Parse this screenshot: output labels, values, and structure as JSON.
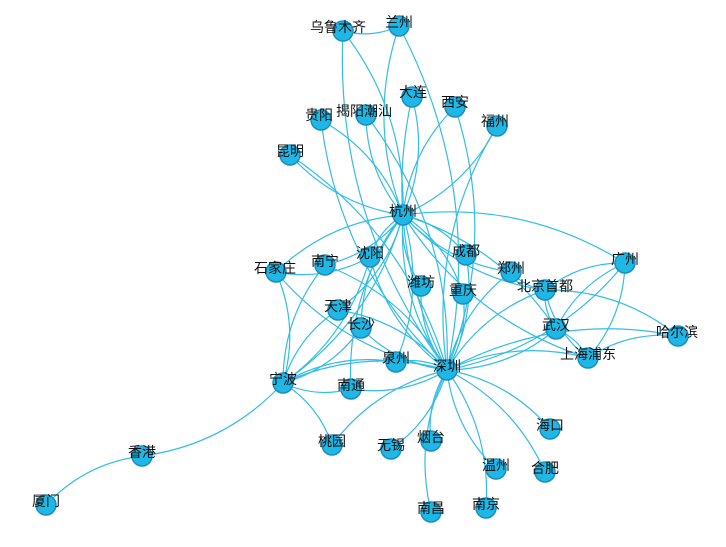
{
  "colors": {
    "node_fill": "#1fb8e6",
    "node_stroke": "#1a8fc0",
    "edge": "#33bde6",
    "label": "#111111"
  },
  "nodes": [
    {
      "id": "wlmq",
      "label": "乌鲁木齐"
    },
    {
      "id": "lz",
      "label": "兰州"
    },
    {
      "id": "dl",
      "label": "大连"
    },
    {
      "id": "xa",
      "label": "西安"
    },
    {
      "id": "gy",
      "label": "贵阳"
    },
    {
      "id": "jycs",
      "label": "揭阳潮汕"
    },
    {
      "id": "fz",
      "label": "福州"
    },
    {
      "id": "km",
      "label": "昆明"
    },
    {
      "id": "hz",
      "label": "杭州"
    },
    {
      "id": "sjz",
      "label": "石家庄"
    },
    {
      "id": "nn",
      "label": "南宁"
    },
    {
      "id": "sy",
      "label": "沈阳"
    },
    {
      "id": "cd",
      "label": "成都"
    },
    {
      "id": "zz",
      "label": "郑州"
    },
    {
      "id": "gz",
      "label": "广州"
    },
    {
      "id": "wf",
      "label": "潍坊"
    },
    {
      "id": "cq",
      "label": "重庆"
    },
    {
      "id": "bjsd",
      "label": "北京首都"
    },
    {
      "id": "tj",
      "label": "天津"
    },
    {
      "id": "cs",
      "label": "长沙"
    },
    {
      "id": "wh",
      "label": "武汉"
    },
    {
      "id": "hrb",
      "label": "哈尔滨"
    },
    {
      "id": "qz",
      "label": "泉州"
    },
    {
      "id": "szx",
      "label": "深圳"
    },
    {
      "id": "shpd",
      "label": "上海浦东"
    },
    {
      "id": "nb",
      "label": "宁波"
    },
    {
      "id": "nt",
      "label": "南通"
    },
    {
      "id": "ty",
      "label": "桃园"
    },
    {
      "id": "wx",
      "label": "无锡"
    },
    {
      "id": "yt",
      "label": "烟台"
    },
    {
      "id": "hk",
      "label": "海口"
    },
    {
      "id": "xg",
      "label": "香港"
    },
    {
      "id": "wz",
      "label": "温州"
    },
    {
      "id": "hf",
      "label": "合肥"
    },
    {
      "id": "xm",
      "label": "厦门"
    },
    {
      "id": "nc",
      "label": "南昌"
    },
    {
      "id": "nj",
      "label": "南京"
    }
  ],
  "edges": [
    [
      "hz",
      "wlmq"
    ],
    [
      "hz",
      "lz"
    ],
    [
      "hz",
      "dl"
    ],
    [
      "hz",
      "xa"
    ],
    [
      "hz",
      "gy"
    ],
    [
      "hz",
      "jycs"
    ],
    [
      "hz",
      "fz"
    ],
    [
      "hz",
      "km"
    ],
    [
      "hz",
      "sjz"
    ],
    [
      "hz",
      "nn"
    ],
    [
      "hz",
      "sy"
    ],
    [
      "hz",
      "cd"
    ],
    [
      "hz",
      "zz"
    ],
    [
      "hz",
      "gz"
    ],
    [
      "hz",
      "wf"
    ],
    [
      "hz",
      "cq"
    ],
    [
      "hz",
      "bjsd"
    ],
    [
      "hz",
      "tj"
    ],
    [
      "hz",
      "cs"
    ],
    [
      "hz",
      "qz"
    ],
    [
      "hz",
      "szx"
    ],
    [
      "hz",
      "nb"
    ],
    [
      "hz",
      "nt"
    ],
    [
      "hz",
      "wh"
    ],
    [
      "hz",
      "shpd"
    ],
    [
      "szx",
      "wlmq"
    ],
    [
      "szx",
      "lz"
    ],
    [
      "szx",
      "dl"
    ],
    [
      "szx",
      "xa"
    ],
    [
      "szx",
      "gy"
    ],
    [
      "szx",
      "jycs"
    ],
    [
      "szx",
      "fz"
    ],
    [
      "szx",
      "km"
    ],
    [
      "szx",
      "sjz"
    ],
    [
      "szx",
      "nn"
    ],
    [
      "szx",
      "sy"
    ],
    [
      "szx",
      "cd"
    ],
    [
      "szx",
      "zz"
    ],
    [
      "szx",
      "gz"
    ],
    [
      "szx",
      "wf"
    ],
    [
      "szx",
      "cq"
    ],
    [
      "szx",
      "bjsd"
    ],
    [
      "szx",
      "tj"
    ],
    [
      "szx",
      "cs"
    ],
    [
      "szx",
      "wh"
    ],
    [
      "szx",
      "hrb"
    ],
    [
      "szx",
      "qz"
    ],
    [
      "szx",
      "shpd"
    ],
    [
      "szx",
      "nb"
    ],
    [
      "szx",
      "nt"
    ],
    [
      "szx",
      "ty"
    ],
    [
      "szx",
      "wx"
    ],
    [
      "szx",
      "yt"
    ],
    [
      "szx",
      "hk"
    ],
    [
      "szx",
      "wz"
    ],
    [
      "szx",
      "hf"
    ],
    [
      "szx",
      "nc"
    ],
    [
      "szx",
      "nj"
    ],
    [
      "wlmq",
      "lz"
    ],
    [
      "nb",
      "xg"
    ],
    [
      "nb",
      "sjz"
    ],
    [
      "nb",
      "tj"
    ],
    [
      "nb",
      "cs"
    ],
    [
      "nb",
      "ty"
    ],
    [
      "nb",
      "nt"
    ],
    [
      "nb",
      "qz"
    ],
    [
      "nb",
      "sy"
    ],
    [
      "nb",
      "nn"
    ],
    [
      "xg",
      "xm"
    ],
    [
      "bjsd",
      "gz"
    ],
    [
      "bjsd",
      "wh"
    ],
    [
      "bjsd",
      "hrb"
    ],
    [
      "bjsd",
      "shpd"
    ],
    [
      "bjsd",
      "zz"
    ],
    [
      "gz",
      "wh"
    ],
    [
      "gz",
      "shpd"
    ],
    [
      "hrb",
      "shpd"
    ],
    [
      "wh",
      "shpd"
    ],
    [
      "sjz",
      "sy"
    ]
  ]
}
